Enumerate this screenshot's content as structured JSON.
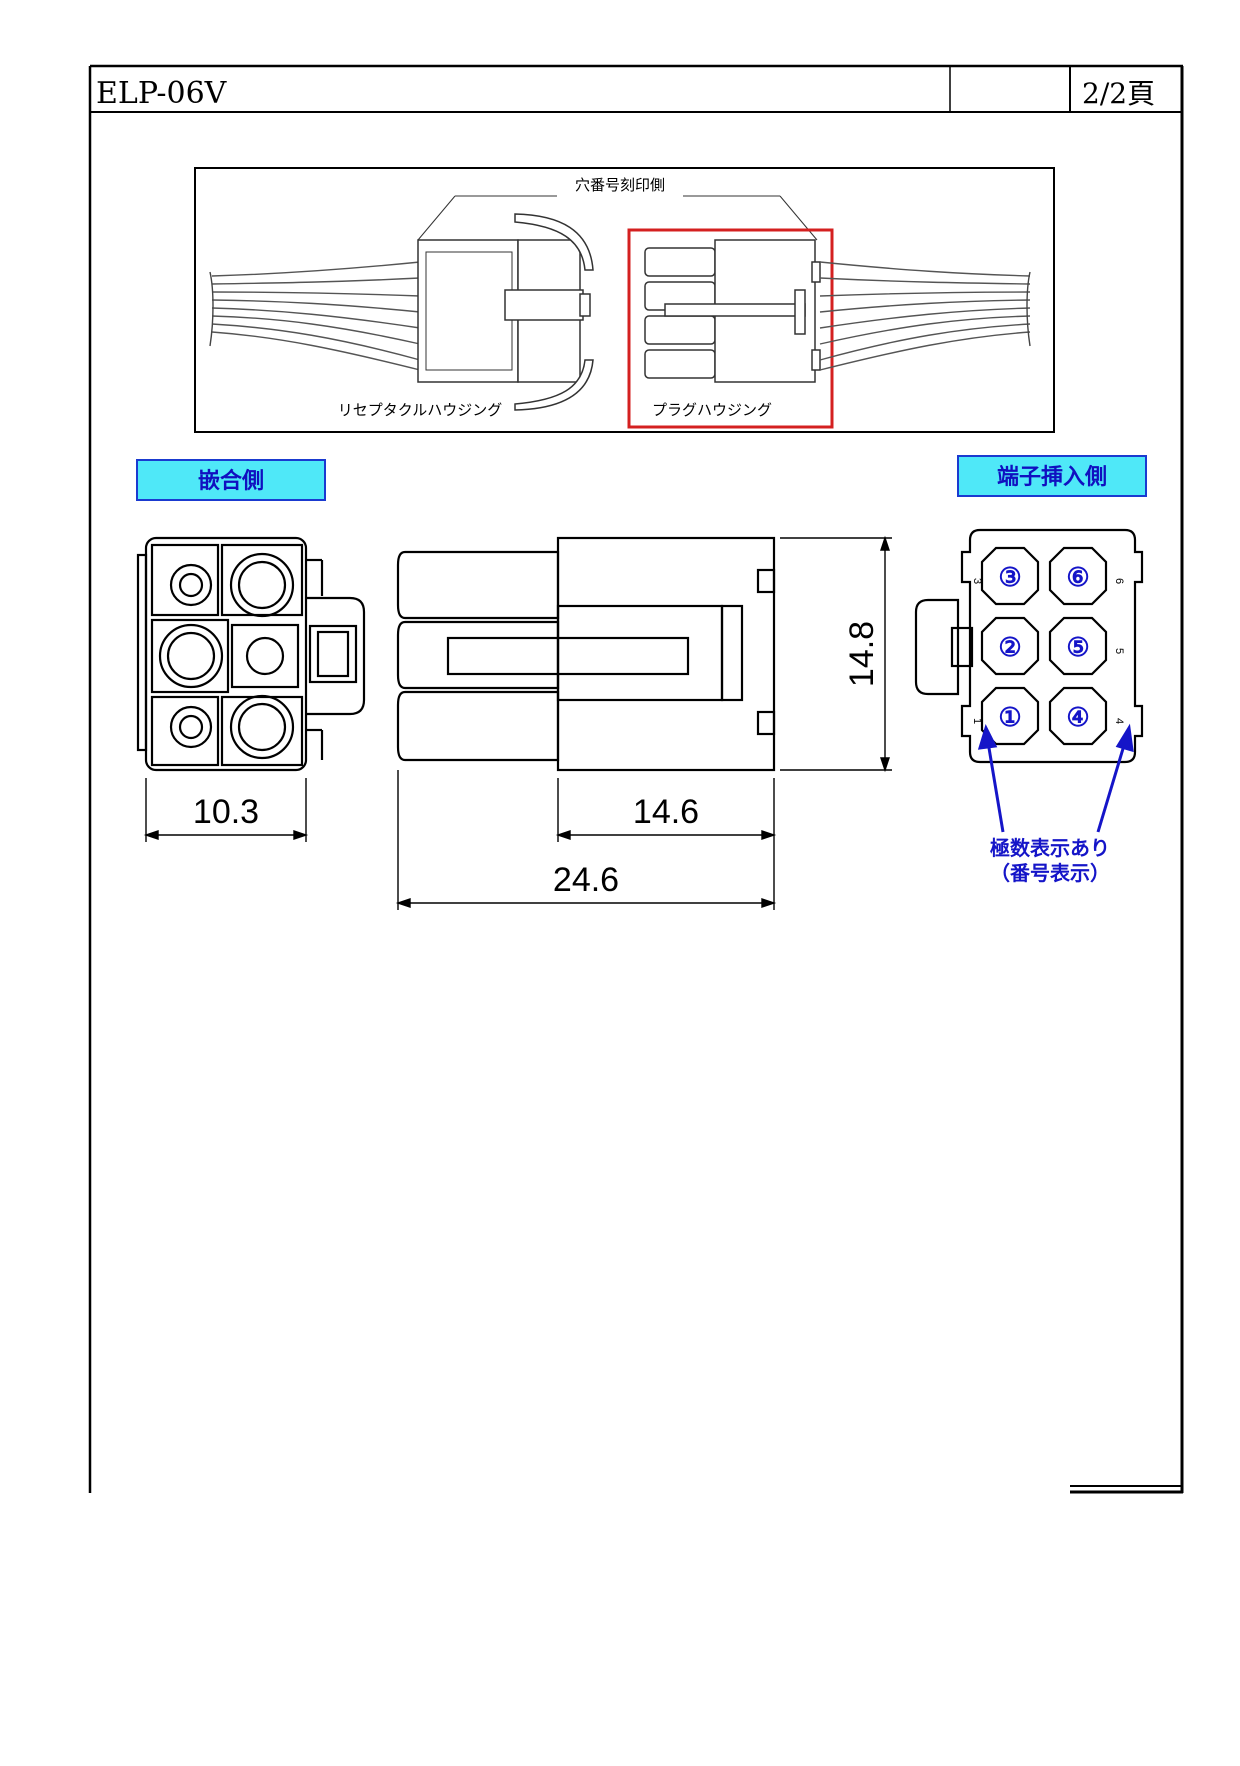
{
  "header": {
    "part_number": "ELP-06V",
    "page": "2/2頁"
  },
  "photo": {
    "top_label": "穴番号刻印側",
    "receptacle_label": "リセプタクルハウジング",
    "plug_label": "プラグハウジング",
    "highlight_color": "#d42020"
  },
  "views": {
    "mating_side_label": "嵌合側",
    "terminal_side_label": "端子挿入側",
    "label_fill": "#4fe8f8",
    "label_border": "#1a3ad0"
  },
  "dimensions": {
    "width_front": "10.3",
    "height_side": "14.8",
    "body_length": "14.6",
    "total_length": "24.6"
  },
  "pins": {
    "circled": [
      "③",
      "⑥",
      "②",
      "⑤",
      "①",
      "④"
    ],
    "small_numbers": [
      "3",
      "6",
      "5",
      "1",
      "4"
    ],
    "note_line1": "極数表示あり",
    "note_line2": "（番号表示）",
    "accent": "#1515c8"
  }
}
